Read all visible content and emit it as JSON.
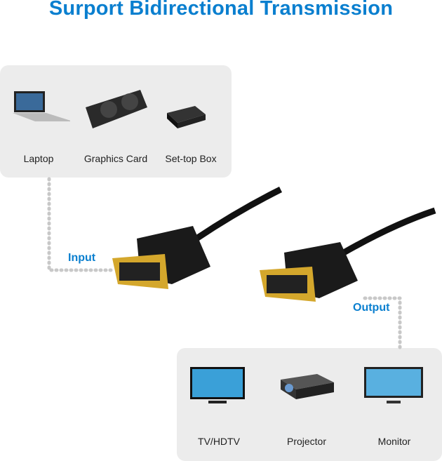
{
  "title": "Surport Bidirectional Transmission",
  "sources": [
    {
      "label": "Laptop",
      "icon": "laptop-icon"
    },
    {
      "label": "Graphics Card",
      "icon": "graphics-card-icon"
    },
    {
      "label": "Set-top Box",
      "icon": "set-top-box-icon"
    }
  ],
  "displays": [
    {
      "label": "TV/HDTV",
      "icon": "tv-icon"
    },
    {
      "label": "Projector",
      "icon": "projector-icon"
    },
    {
      "label": "Monitor",
      "icon": "monitor-icon"
    }
  ],
  "input_label": "Input",
  "output_label": "Output",
  "colors": {
    "accent": "#0a7fcf",
    "panel": "#ececec",
    "gold": "#d4a72c"
  }
}
